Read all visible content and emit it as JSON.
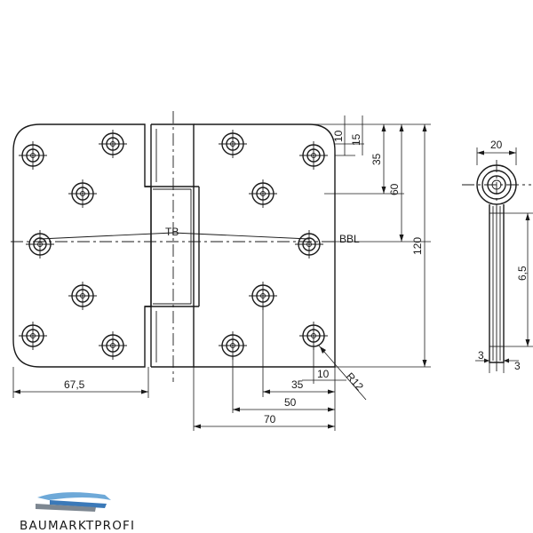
{
  "labels": {
    "tb": "TB",
    "bbl": "BBL",
    "radius": "R12",
    "width_20": "20",
    "height_6_5": "6,5",
    "gap_left_3": "3",
    "gap_right_3": "3",
    "v10": "10",
    "v15": "15",
    "v35": "35",
    "v60": "60",
    "v120": "120",
    "h67_5": "67,5",
    "h35": "35",
    "h10": "10",
    "h50": "50",
    "h70": "70"
  },
  "logo": {
    "text": "BAUMARKTPROFI",
    "colors": {
      "light": "#6ea9d8",
      "mid": "#3b79b8",
      "dark": "#7d8791"
    }
  }
}
